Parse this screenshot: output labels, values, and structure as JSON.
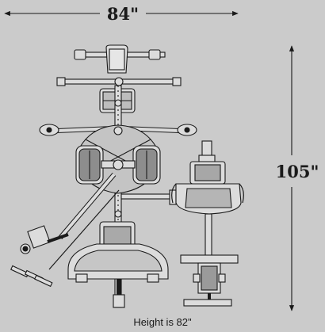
{
  "dimensions": {
    "width_label": "84\"",
    "depth_label": "105\""
  },
  "caption": "Height is 82\"",
  "colors": {
    "background": "#cbcbcb",
    "line": "#1a1a1a",
    "pad_fill": "#dcdcdc",
    "pad_shadow": "#5a5a5a"
  }
}
